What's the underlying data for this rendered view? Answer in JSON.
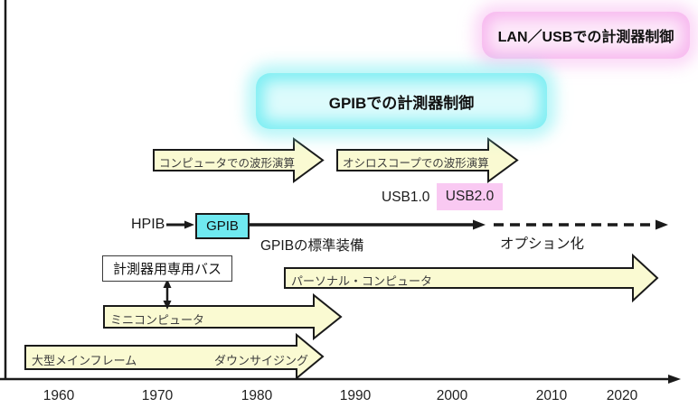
{
  "title_boxes": {
    "lan_usb": "LAN／USBでの計測器制御",
    "gpib": "GPIBでの計測器制御"
  },
  "banners": {
    "computer_waveform": "コンピュータでの波形演算",
    "oscilloscope_waveform": "オシロスコープでの波形演算",
    "personal_computer": "パーソナル・コンピュータ",
    "minicomputer": "ミニコンピュータ",
    "mainframe": "大型メインフレーム",
    "downsizing": "ダウンサイジング"
  },
  "bus_row": {
    "hpib": "HPIB",
    "gpib": "GPIB",
    "gpib_standard": "GPIBの標準装備",
    "optional": "オプション化"
  },
  "usb_row": {
    "usb10": "USB1.0",
    "usb20": "USB2.0"
  },
  "dedicated_bus_label": "計測器用専用バス",
  "axis": {
    "years": [
      "1960",
      "1970",
      "1980",
      "1990",
      "2000",
      "2010",
      "2020"
    ]
  },
  "colors": {
    "banner_fill": "#fafad2",
    "banner_stroke": "#1a1a1a",
    "gpib_box_fill": "#6fe9f0",
    "usb20_fill": "#f9c9f2",
    "cyan_glow": "#7feef3",
    "pink_glow": "#f7b9ef",
    "line": "#1a1a1a"
  }
}
